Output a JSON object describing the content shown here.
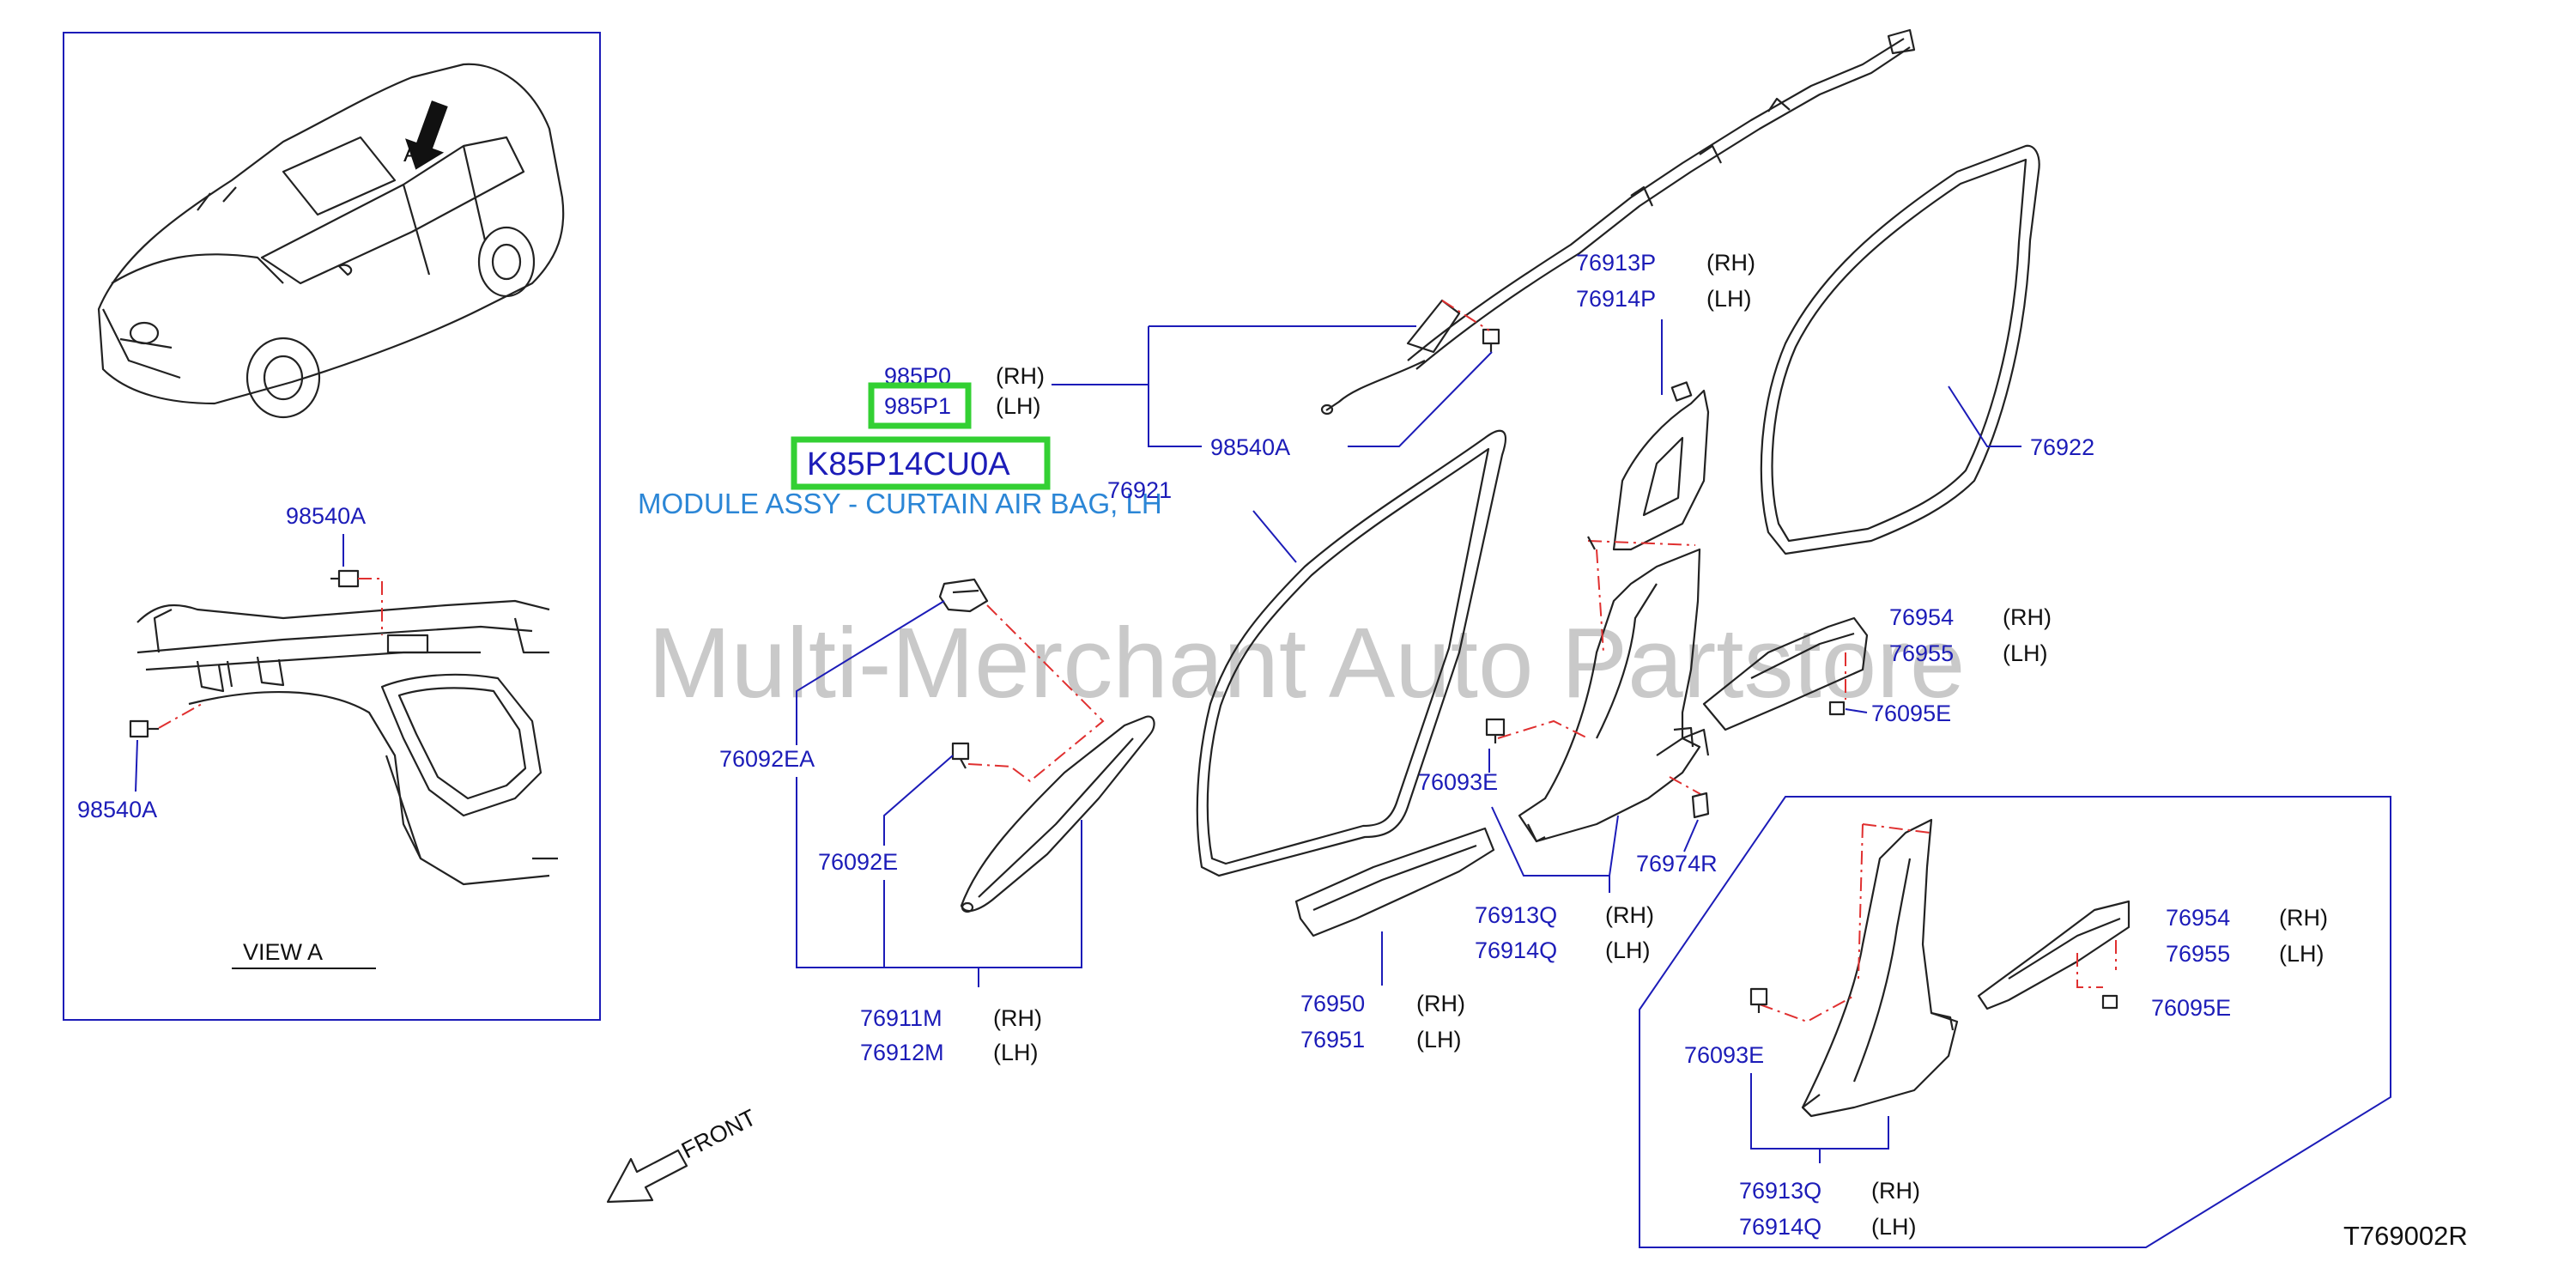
{
  "parts": {
    "p_985P0": "985P0",
    "p_985P1": "985P1",
    "p_98540A": "98540A",
    "p_76921": "76921",
    "p_76922": "76922",
    "p_76913P": "76913P",
    "p_76914P": "76914P",
    "p_76954": "76954",
    "p_76955": "76955",
    "p_76095E": "76095E",
    "p_76093E": "76093E",
    "p_76974R": "76974R",
    "p_76092EA": "76092EA",
    "p_76092E": "76092E",
    "p_76913Q": "76913Q",
    "p_76914Q": "76914Q",
    "p_76911M": "76911M",
    "p_76912M": "76912M",
    "p_76950": "76950",
    "p_76951": "76951"
  },
  "sides": {
    "rh": "(RH)",
    "lh": "(LH)"
  },
  "highlight": {
    "part_number": "K85P14CU0A",
    "description": "MODULE ASSY - CURTAIN AIR BAG, LH"
  },
  "inset": {
    "view_label": "VIEW   A",
    "arrow_label": "A",
    "part_98540A": "98540A"
  },
  "front_label": "FRONT",
  "watermark": "Multi-Merchant Auto Partstore",
  "diagram_ref": "T769002R",
  "colors": {
    "part_number": "#1c1cb8",
    "highlight_box": "#33d033",
    "description": "#2b86d6",
    "phantom_line": "#e03030",
    "watermark": "#b4b4b4"
  }
}
